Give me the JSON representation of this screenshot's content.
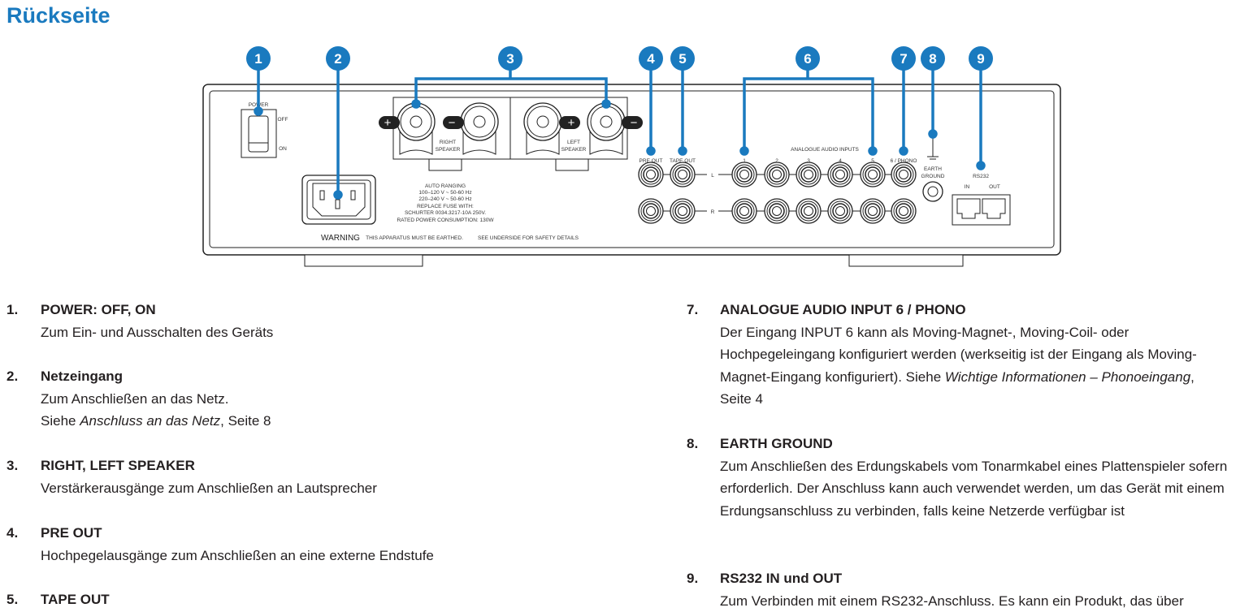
{
  "title": "Rückseite",
  "callouts": [
    "1",
    "2",
    "3",
    "4",
    "5",
    "6",
    "7",
    "8",
    "9"
  ],
  "panel": {
    "power": "POWER",
    "off": "OFF",
    "on": "ON",
    "right_speaker": [
      "RIGHT",
      "SPEAKER"
    ],
    "left_speaker": [
      "LEFT",
      "SPEAKER"
    ],
    "plus": "+",
    "minus": "−",
    "fuse_text": [
      "AUTO RANGING",
      "100–120 V ~ 50-60 Hz",
      "220–240 V ~ 50-60 Hz",
      "REPLACE FUSE WITH:",
      "SCHURTER 0034.3217-10A 250V.",
      "RATED POWER CONSUMPTION: 130W"
    ],
    "warning": "WARNING",
    "warning_text": "THIS APPARATUS MUST BE EARTHED.",
    "safety_text": "SEE UNDERSIDE FOR SAFETY DETAILS",
    "pre_out": "PRE OUT",
    "tape_out": "TAPE OUT",
    "analogue_inputs": "ANALOGUE AUDIO INPUTS",
    "inputs": [
      "1",
      "2",
      "3",
      "4",
      "5",
      "6 / PHONO"
    ],
    "l": "L",
    "r": "R",
    "earth": [
      "EARTH",
      "GROUND"
    ],
    "rs232": "RS232",
    "in": "IN",
    "out": "OUT"
  },
  "items_left": [
    {
      "num": "1.",
      "title": "POWER: OFF, ON",
      "lines": [
        "Zum Ein- und Ausschalten des Geräts"
      ]
    },
    {
      "num": "2.",
      "title": "Netzeingang",
      "lines": [
        "Zum Anschließen an das Netz."
      ],
      "ref": {
        "pre": "Siehe ",
        "italic": "Anschluss an das Netz",
        "post": ", Seite 8"
      }
    },
    {
      "num": "3.",
      "title": "RIGHT, LEFT SPEAKER",
      "lines": [
        "Verstärkerausgänge zum Anschließen an Lautsprecher"
      ]
    },
    {
      "num": "4.",
      "title": "PRE OUT",
      "lines": [
        "Hochpegelausgänge zum Anschließen an eine externe Endstufe"
      ]
    },
    {
      "num": "5.",
      "title": "TAPE OUT",
      "lines": []
    }
  ],
  "items_right": [
    {
      "num": "7.",
      "title": "ANALOGUE AUDIO INPUT 6 / PHONO",
      "text_pre": "Der Eingang INPUT 6 kann als Moving-Magnet-, Moving-Coil- oder Hochpegeleingang konfiguriert werden (werkseitig ist der Eingang als Moving-Magnet-Eingang konfiguriert). Siehe ",
      "text_italic": "Wichtige Informationen – Phonoeingang",
      "text_post": ", Seite 4"
    },
    {
      "num": "8.",
      "title": "EARTH GROUND",
      "text": "Zum Anschließen des Erdungskabels vom Tonarmkabel eines Plattenspieler sofern erforderlich. Der Anschluss kann auch verwendet werden, um das Gerät mit einem Erdungsanschluss zu verbinden, falls keine Netzerde verfügbar ist"
    },
    {
      "num": "9.",
      "title": "RS232 IN und OUT",
      "text": "Zum Verbinden mit einem RS232-Anschluss. Es kann ein Produkt, das über"
    }
  ],
  "colors": {
    "accent": "#1a7abf",
    "ink": "#231f20"
  }
}
